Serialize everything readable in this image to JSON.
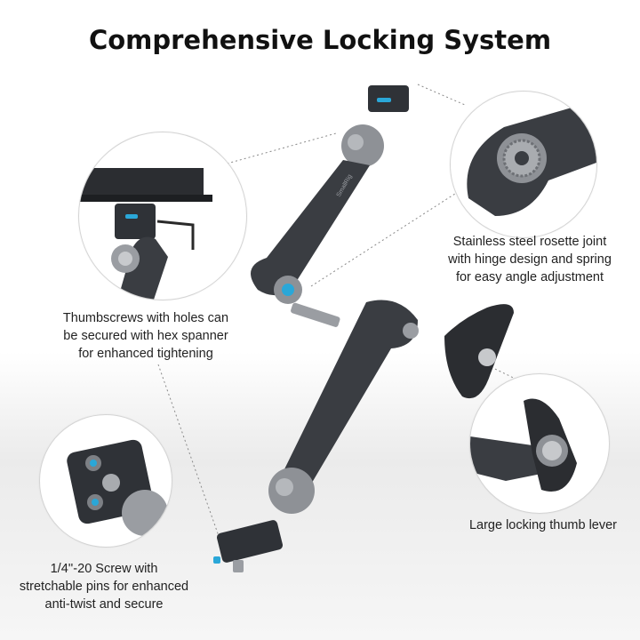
{
  "title": "Comprehensive Locking System",
  "callouts": {
    "rosette": "Stainless steel rosette joint\nwith hinge design and spring\nfor easy angle adjustment",
    "thumbscrews": "Thumbscrews with holes can\nbe secured with hex spanner\nfor enhanced tightening",
    "lever": "Large locking thumb lever",
    "screw": "1/4''-20 Screw with\nstretchable pins for enhanced\nanti-twist and secure"
  },
  "brand_mark": "SmallRig",
  "colors": {
    "arm": "#3a3d42",
    "metal": "#8e9196",
    "accent_blue": "#2aa7d8",
    "text": "#222222"
  }
}
